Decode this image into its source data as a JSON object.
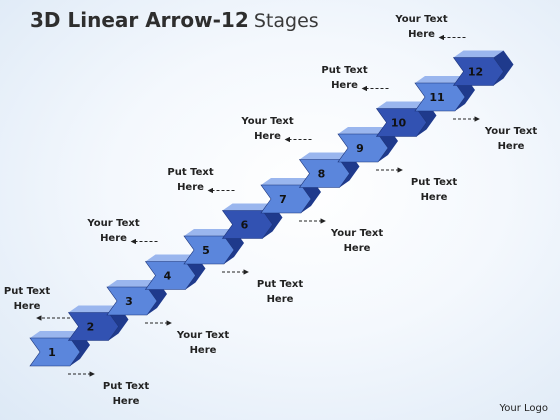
{
  "title": {
    "bold": "3D Linear Arrow-12",
    "light": "Stages"
  },
  "stages": [
    "1",
    "2",
    "3",
    "4",
    "5",
    "6",
    "7",
    "8",
    "9",
    "10",
    "11",
    "12"
  ],
  "callouts": [
    {
      "line1": "Put Text",
      "line2": "Here"
    },
    {
      "line1": "Put Text",
      "line2": "Here"
    },
    {
      "line1": "Your Text",
      "line2": "Here"
    },
    {
      "line1": "Your Text",
      "line2": "Here"
    },
    {
      "line1": "Put Text",
      "line2": "Here"
    },
    {
      "line1": "Put Text",
      "line2": "Here"
    },
    {
      "line1": "Your Text",
      "line2": "Here"
    },
    {
      "line1": "Your Text",
      "line2": "Here"
    },
    {
      "line1": "Put Text",
      "line2": "Here"
    },
    {
      "line1": "Put Text",
      "line2": "Here"
    },
    {
      "line1": "Your Text",
      "line2": "Here"
    },
    {
      "line1": "Your Text",
      "line2": "Here"
    }
  ],
  "logo": "Your Logo",
  "colors": {
    "dark_front": "#3252b2",
    "light_front": "#5b86dc",
    "side": "#1f3a8c",
    "top": "#9ab6ee"
  }
}
